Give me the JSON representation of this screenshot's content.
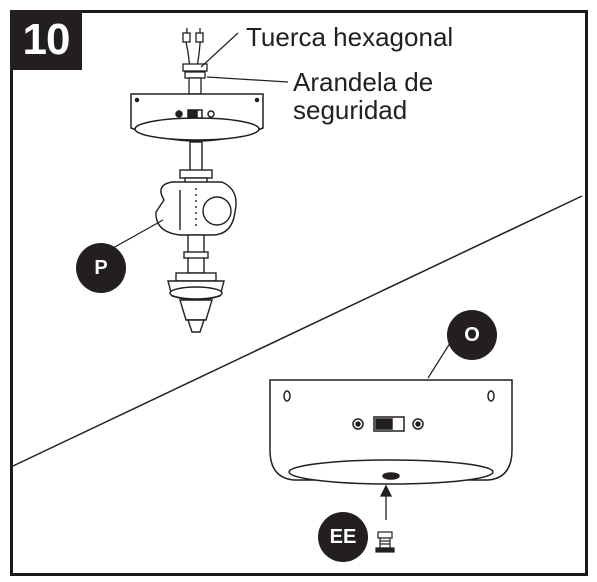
{
  "step": {
    "number": "10"
  },
  "labels": {
    "hex_nut": "Tuerca hexagonal",
    "lock_washer_line1": "Arandela de",
    "lock_washer_line2": "seguridad"
  },
  "callouts": {
    "p": "P",
    "o": "O",
    "ee": "EE"
  },
  "colors": {
    "ink": "#231f20",
    "background": "#ffffff"
  }
}
